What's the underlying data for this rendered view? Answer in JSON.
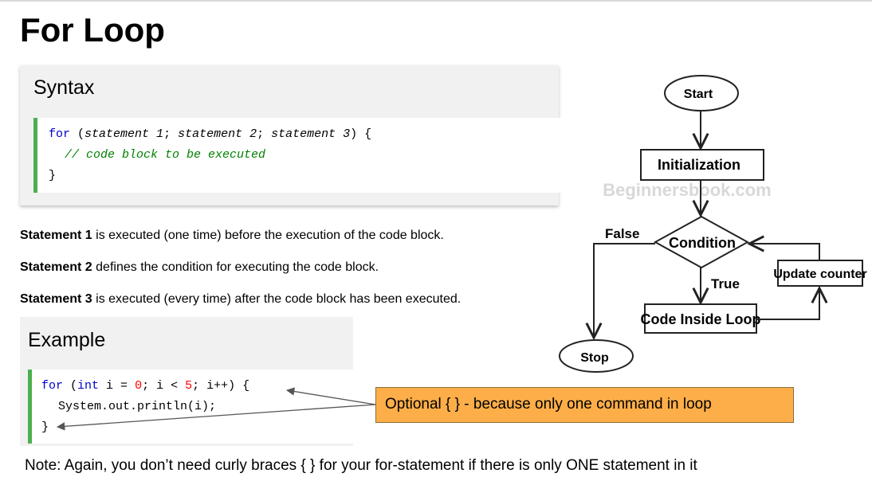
{
  "page": {
    "title": "For Loop"
  },
  "syntax": {
    "heading": "Syntax",
    "line1": {
      "kw": "for",
      "open": " (",
      "s1": "statement 1",
      "sep1": "; ",
      "s2": "statement 2",
      "sep2": "; ",
      "s3": "statement 3",
      "close": ") {"
    },
    "line2": "// code block to be executed",
    "line3": "}"
  },
  "statements": [
    {
      "bold": "Statement 1",
      "text": " is executed (one time) before the execution of the code block."
    },
    {
      "bold": "Statement 2",
      "text": " defines the condition for executing the code block."
    },
    {
      "bold": "Statement 3",
      "text": " is executed (every time) after the code block has been executed."
    }
  ],
  "example": {
    "heading": "Example",
    "line1": {
      "kw_for": "for",
      "p1": " (",
      "kw_int": "int",
      "p2": " i = ",
      "n0": "0",
      "p3": "; i < ",
      "n5": "5",
      "p4": "; i++) {"
    },
    "line2": "System.out.println(i);",
    "line3": "}"
  },
  "callout": {
    "text": "Optional { } - because only one command in loop"
  },
  "note": {
    "text": "Note: Again, you don’t need curly braces { } for your for-statement if there is only ONE statement in it"
  },
  "flowchart": {
    "start": "Start",
    "initialization": "Initialization",
    "watermark": "Beginnersbook.com",
    "condition": "Condition",
    "false_label": "False",
    "true_label": "True",
    "update": "Update counter",
    "body": "Code Inside Loop",
    "stop": "Stop"
  }
}
